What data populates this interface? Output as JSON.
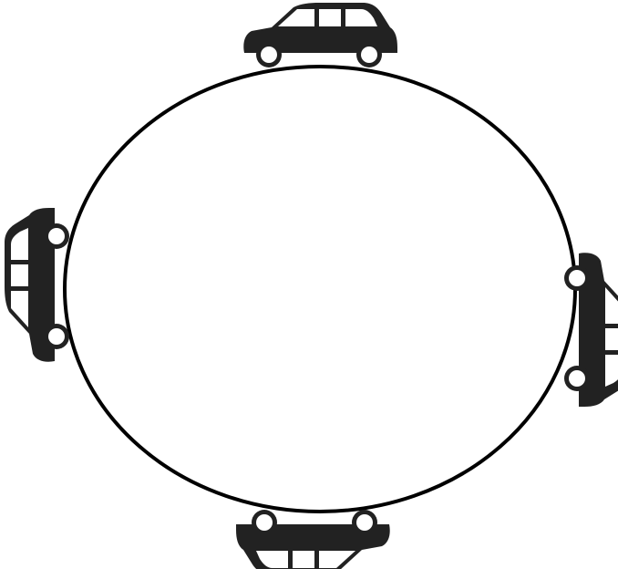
{
  "diagram": {
    "track": {
      "shape": "ellipse",
      "stroke_color": "#000000",
      "fill_color": "#ffffff"
    },
    "car_color": "#222222",
    "window_color": "#ffffff",
    "wheel_rim_color": "#ffffff",
    "cars": [
      {
        "icon": "car-icon",
        "position": "top"
      },
      {
        "icon": "car-icon",
        "position": "right"
      },
      {
        "icon": "car-icon",
        "position": "bottom"
      },
      {
        "icon": "car-icon",
        "position": "left"
      }
    ]
  }
}
